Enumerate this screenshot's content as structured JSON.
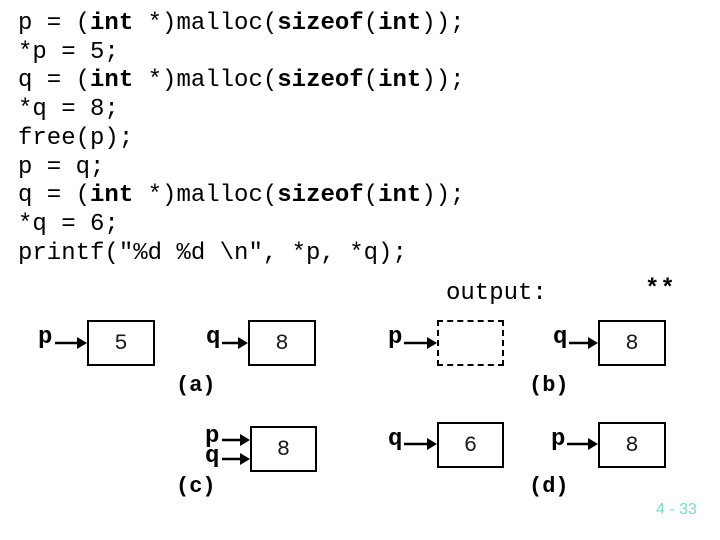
{
  "page": {
    "background": "#ffffff",
    "page_number": "4 - 33",
    "page_number_color": "#7fd8d2"
  },
  "code": {
    "lines": [
      {
        "segments": [
          {
            "text": "p = (",
            "bold": false
          },
          {
            "text": "int",
            "bold": true
          },
          {
            "text": " *)malloc(",
            "bold": false
          },
          {
            "text": "sizeof",
            "bold": true
          },
          {
            "text": "(",
            "bold": false
          },
          {
            "text": "int",
            "bold": true
          },
          {
            "text": "));",
            "bold": false
          }
        ]
      },
      {
        "segments": [
          {
            "text": "*p = 5;",
            "bold": false
          }
        ]
      },
      {
        "segments": [
          {
            "text": "q = (",
            "bold": false
          },
          {
            "text": "int",
            "bold": true
          },
          {
            "text": " *)malloc(",
            "bold": false
          },
          {
            "text": "sizeof",
            "bold": true
          },
          {
            "text": "(",
            "bold": false
          },
          {
            "text": "int",
            "bold": true
          },
          {
            "text": "));",
            "bold": false
          }
        ]
      },
      {
        "segments": [
          {
            "text": "*q = 8;",
            "bold": false
          }
        ]
      },
      {
        "segments": [
          {
            "text": "free(p);",
            "bold": false
          }
        ]
      },
      {
        "segments": [
          {
            "text": "p = q;",
            "bold": false
          }
        ]
      },
      {
        "segments": [
          {
            "text": "q = (",
            "bold": false
          },
          {
            "text": "int",
            "bold": true
          },
          {
            "text": " *)malloc(",
            "bold": false
          },
          {
            "text": "sizeof",
            "bold": true
          },
          {
            "text": "(",
            "bold": false
          },
          {
            "text": "int",
            "bold": true
          },
          {
            "text": "));",
            "bold": false
          }
        ]
      },
      {
        "segments": [
          {
            "text": "*q = 6;",
            "bold": false
          }
        ]
      },
      {
        "segments": [
          {
            "text": "printf(\"%d %d \\n\", *p, *q);",
            "bold": false
          }
        ]
      }
    ]
  },
  "output_label": "output:",
  "annotation_stars": "**",
  "diagrams": {
    "a": {
      "caption": "(a)",
      "cells": [
        {
          "pointer": "p",
          "value": "5"
        },
        {
          "pointer": "q",
          "value": "8"
        }
      ]
    },
    "b": {
      "caption": "(b)",
      "cells": [
        {
          "pointer": "p",
          "value": ""
        },
        {
          "pointer": "q",
          "value": "8"
        }
      ]
    },
    "c": {
      "caption": "(c)",
      "pointers": [
        "p",
        "q"
      ],
      "value": "8"
    },
    "d": {
      "caption": "(d)",
      "cells": [
        {
          "pointer": "q",
          "value": "6"
        },
        {
          "pointer": "p",
          "value": "8"
        }
      ]
    }
  }
}
